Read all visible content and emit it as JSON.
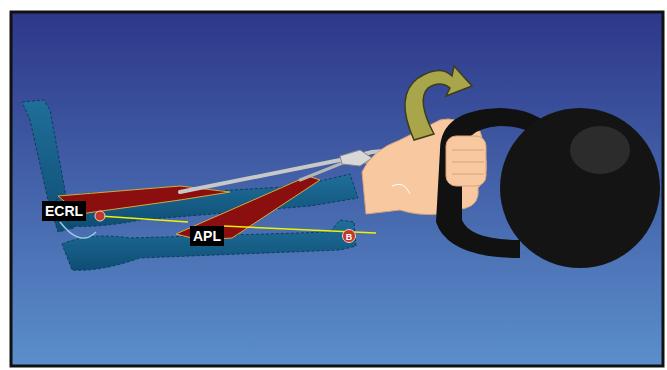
{
  "diagram": {
    "nodes": [
      {
        "text": [
          "ECRL"
        ]
      },
      {
        "text": [
          "APL"
        ]
      },
      {
        "text": [
          "B"
        ]
      }
    ]
  }
}
